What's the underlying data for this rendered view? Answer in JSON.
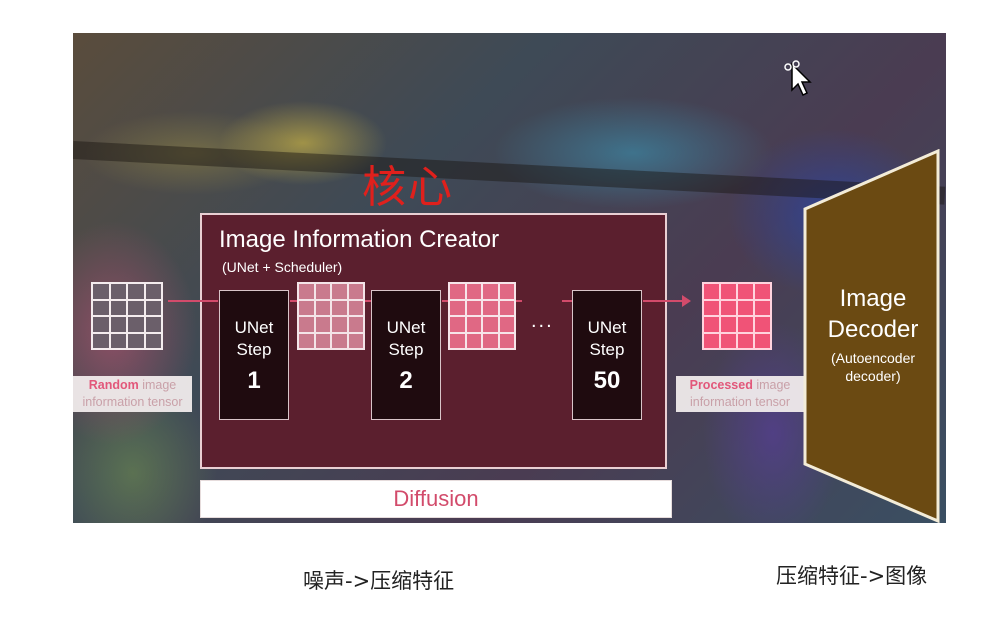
{
  "core_label": "核心",
  "creator": {
    "title": "Image Information Creator",
    "subtitle": "(UNet + Scheduler)"
  },
  "unet_steps": [
    {
      "line1": "UNet",
      "line2": "Step",
      "number": "1"
    },
    {
      "line1": "UNet",
      "line2": "Step",
      "number": "2"
    },
    {
      "line1": "UNet",
      "line2": "Step",
      "number": "50"
    }
  ],
  "ellipsis": "...",
  "random_tensor": {
    "highlight": "Random",
    "rest_line1": " image",
    "line2": "information tensor"
  },
  "processed_tensor": {
    "highlight": "Processed",
    "rest_line1": " image",
    "line2": "information tensor"
  },
  "diffusion_label": "Diffusion",
  "decoder": {
    "title_line1": "Image",
    "title_line2": "Decoder",
    "sub_line1": "(Autoencoder",
    "sub_line2": "decoder)"
  },
  "captions": {
    "left": "噪声->压缩特征",
    "right": "压缩特征->图像"
  },
  "colors": {
    "creator_bg": "#5b1f2e",
    "accent_pink": "#d24b6b",
    "decoder_bg": "#6b4a12",
    "core_red": "#e0201c"
  },
  "icons": [
    "mouse-cursor-icon"
  ]
}
